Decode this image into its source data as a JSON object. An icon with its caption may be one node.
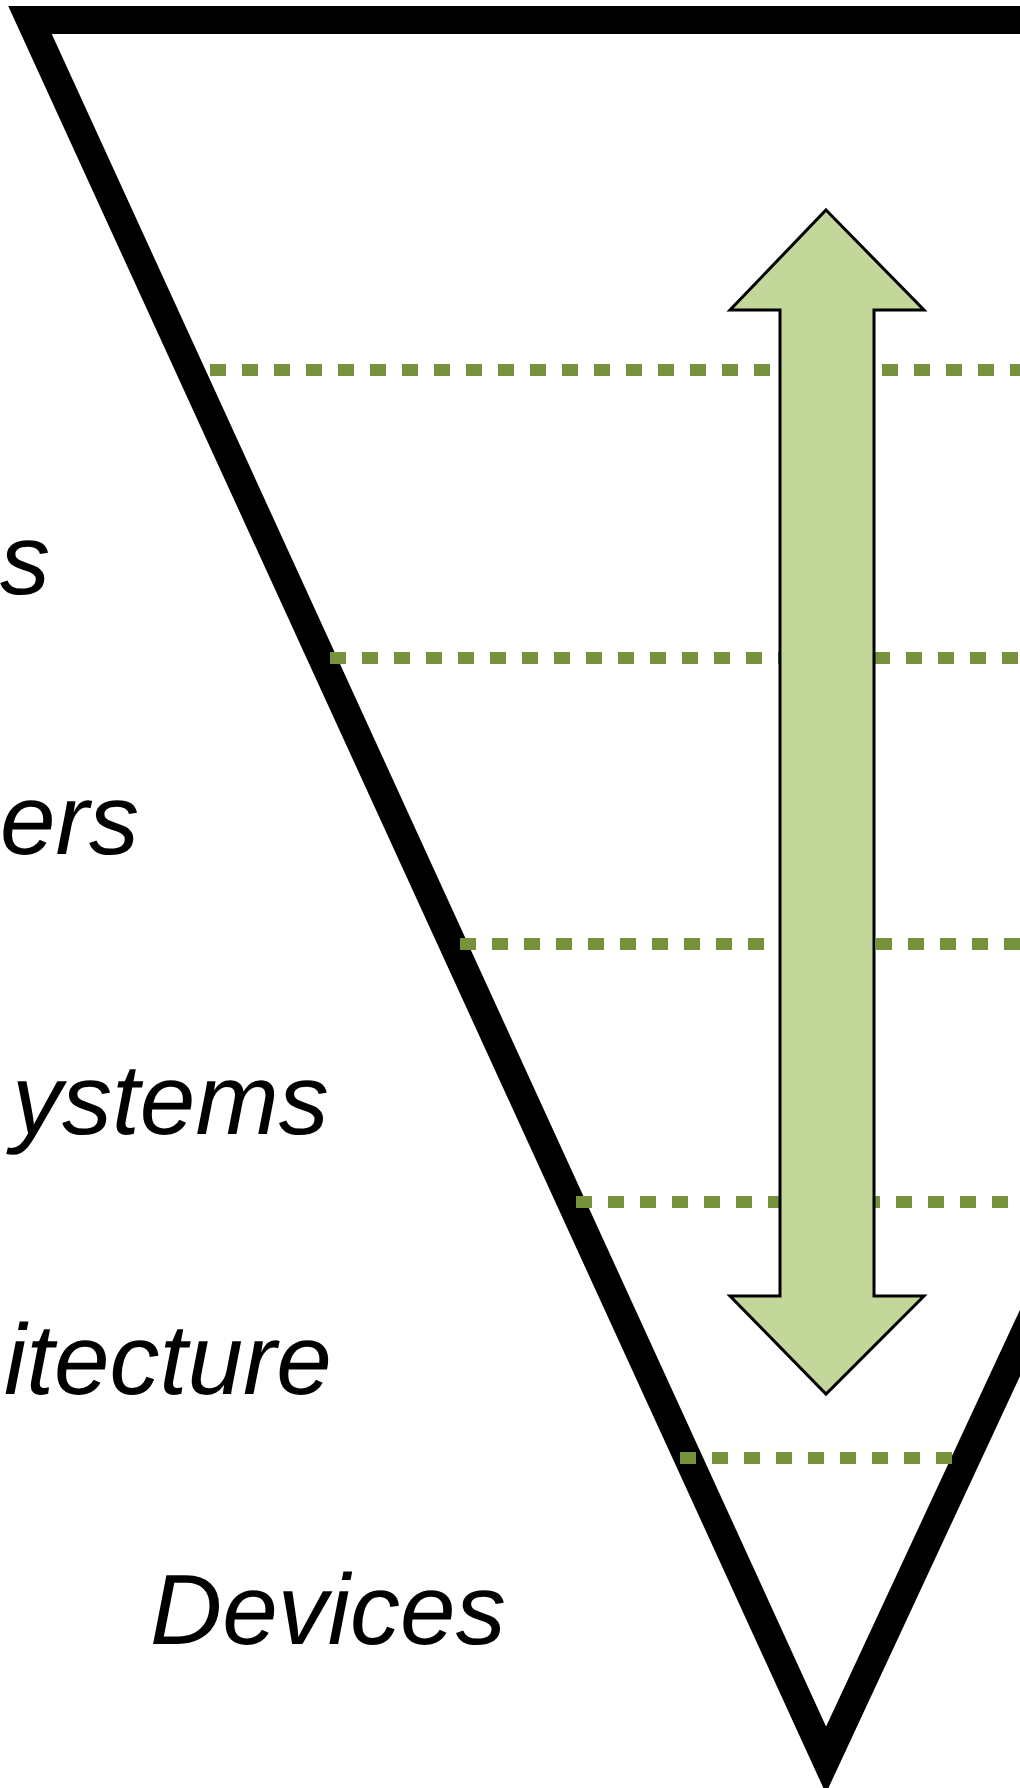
{
  "diagram": {
    "labels": [
      "s",
      "ers",
      "ystems",
      "itecture",
      "Devices"
    ]
  }
}
